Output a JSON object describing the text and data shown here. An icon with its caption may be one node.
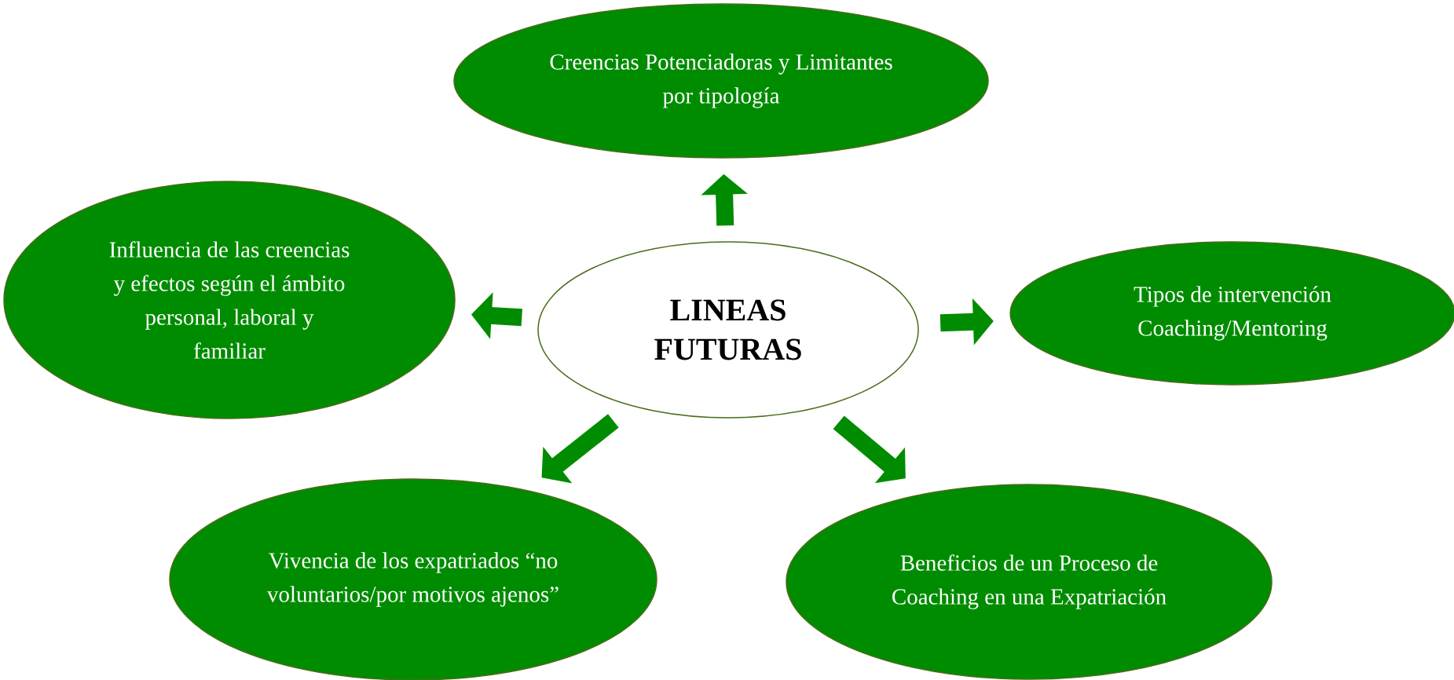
{
  "diagram": {
    "nodes": [
      {
        "text": [
          "Creencias Potenciadoras y Limitantes por tipología"
        ]
      },
      {
        "text": [
          "Influencia de las creencias y efectos según el ámbito personal, laboral y familiar"
        ]
      },
      {
        "text": [
          "LINEAS FUTURAS"
        ]
      },
      {
        "text": [
          "Tipos de intervención Coaching/Mentoring"
        ]
      },
      {
        "text": [
          "Vivencia de los expatriados “no voluntarios/por motivos ajenos”"
        ]
      },
      {
        "text": [
          "Beneficios de un Proceso de Coaching en una Expatriación"
        ]
      }
    ],
    "edges": [
      {
        "from": 2,
        "to": 0,
        "arrow": "to"
      },
      {
        "from": 2,
        "to": 1,
        "arrow": "to"
      },
      {
        "from": 2,
        "to": 3,
        "arrow": "to"
      },
      {
        "from": 2,
        "to": 4,
        "arrow": "to"
      },
      {
        "from": 2,
        "to": 5,
        "arrow": "to"
      }
    ]
  }
}
